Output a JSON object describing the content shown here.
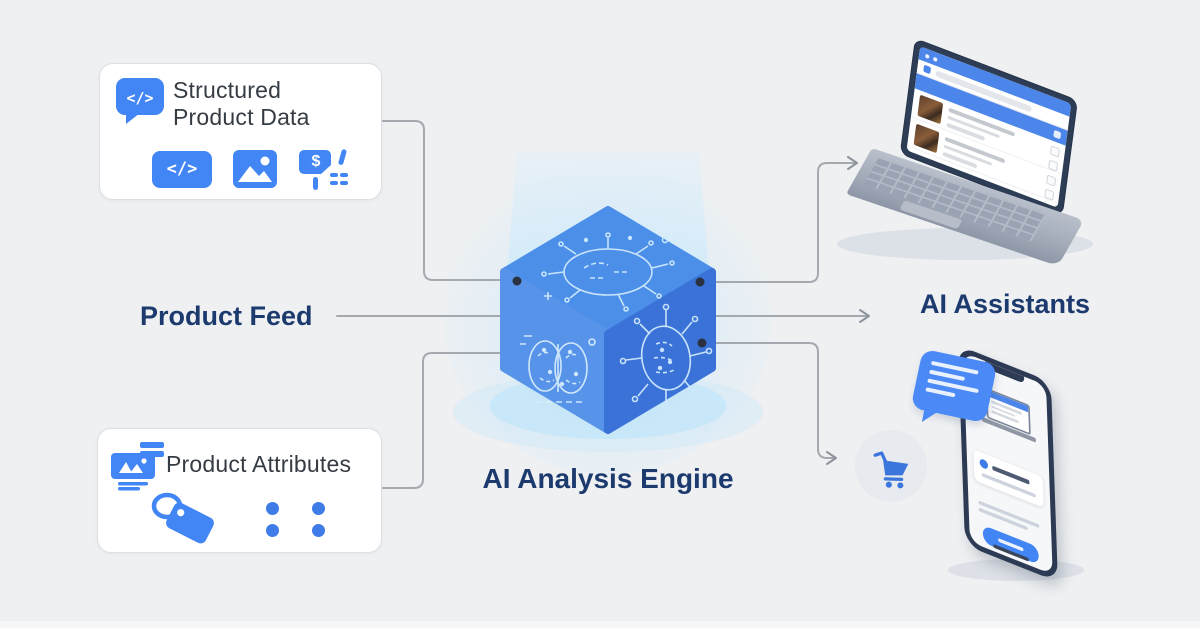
{
  "diagram": {
    "title": "Product feed to AI analysis flow",
    "background": "#eef0f2",
    "center_label": "AI Analysis Engine",
    "left_label": "Product Feed",
    "right_label": "AI Assistants"
  },
  "cards": {
    "structured": {
      "title": "Structured Product Data",
      "code_glyph": "</>",
      "dollar_glyph": "$",
      "icons": [
        "code-chat-icon",
        "code-block-icon",
        "image-icon",
        "price-tag-icon"
      ]
    },
    "attributes": {
      "title": "Product Attributes",
      "icons": [
        "product-listing-icon",
        "tag-icon",
        "dot-grid"
      ]
    }
  },
  "cube": {
    "label": "AI Analysis Engine",
    "face_motifs": [
      "circuit-chip-top",
      "brain-left",
      "neural-node-right"
    ],
    "colors": {
      "top": "#4b8fe9",
      "left": "#5793e9",
      "right": "#3a72d8",
      "glow": "#cfe9fa"
    }
  },
  "outputs": {
    "laptop": "ai-assistant-laptop-illustration",
    "phone": "shopping-chat-phone-illustration",
    "cart": "shopping-cart-icon"
  },
  "colors": {
    "accent_blue": "#4285f4",
    "navy_text": "#1c3a6e",
    "card_text": "#363c44",
    "connector_gray": "#a4a9b0",
    "connector_dot": "#2a3140"
  }
}
